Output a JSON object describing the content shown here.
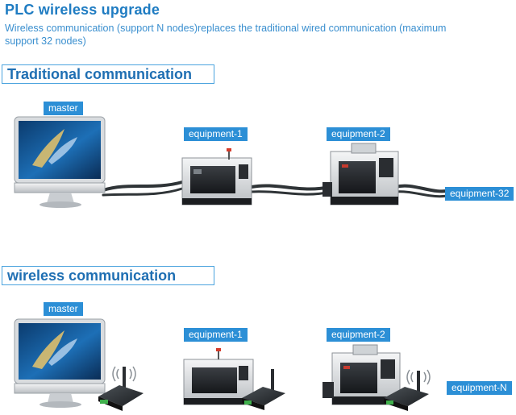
{
  "header": {
    "title": "PLC wireless upgrade",
    "subtitle": "Wireless communication (support N nodes)replaces the traditional wired communication (maximum support 32 nodes)"
  },
  "traditional": {
    "heading": "Traditional communication",
    "labels": {
      "master": "master",
      "equipment_1": "equipment-1",
      "equipment_2": "equipment-2",
      "equipment_last": "equipment-32"
    }
  },
  "wireless": {
    "heading": "wireless communication",
    "labels": {
      "master": "master",
      "equipment_1": "equipment-1",
      "equipment_2": "equipment-2",
      "equipment_last": "equipment-N"
    }
  },
  "icons": [
    "monitor-icon",
    "cnc-lathe-icon",
    "cnc-machining-center-icon",
    "wireless-module-icon",
    "antenna-icon",
    "signal-waves-icon",
    "cable-icon"
  ],
  "colors": {
    "accent": "#2c8fd6",
    "title": "#1f7cc2",
    "border": "#4aa3de",
    "cable": "#2f3437"
  }
}
